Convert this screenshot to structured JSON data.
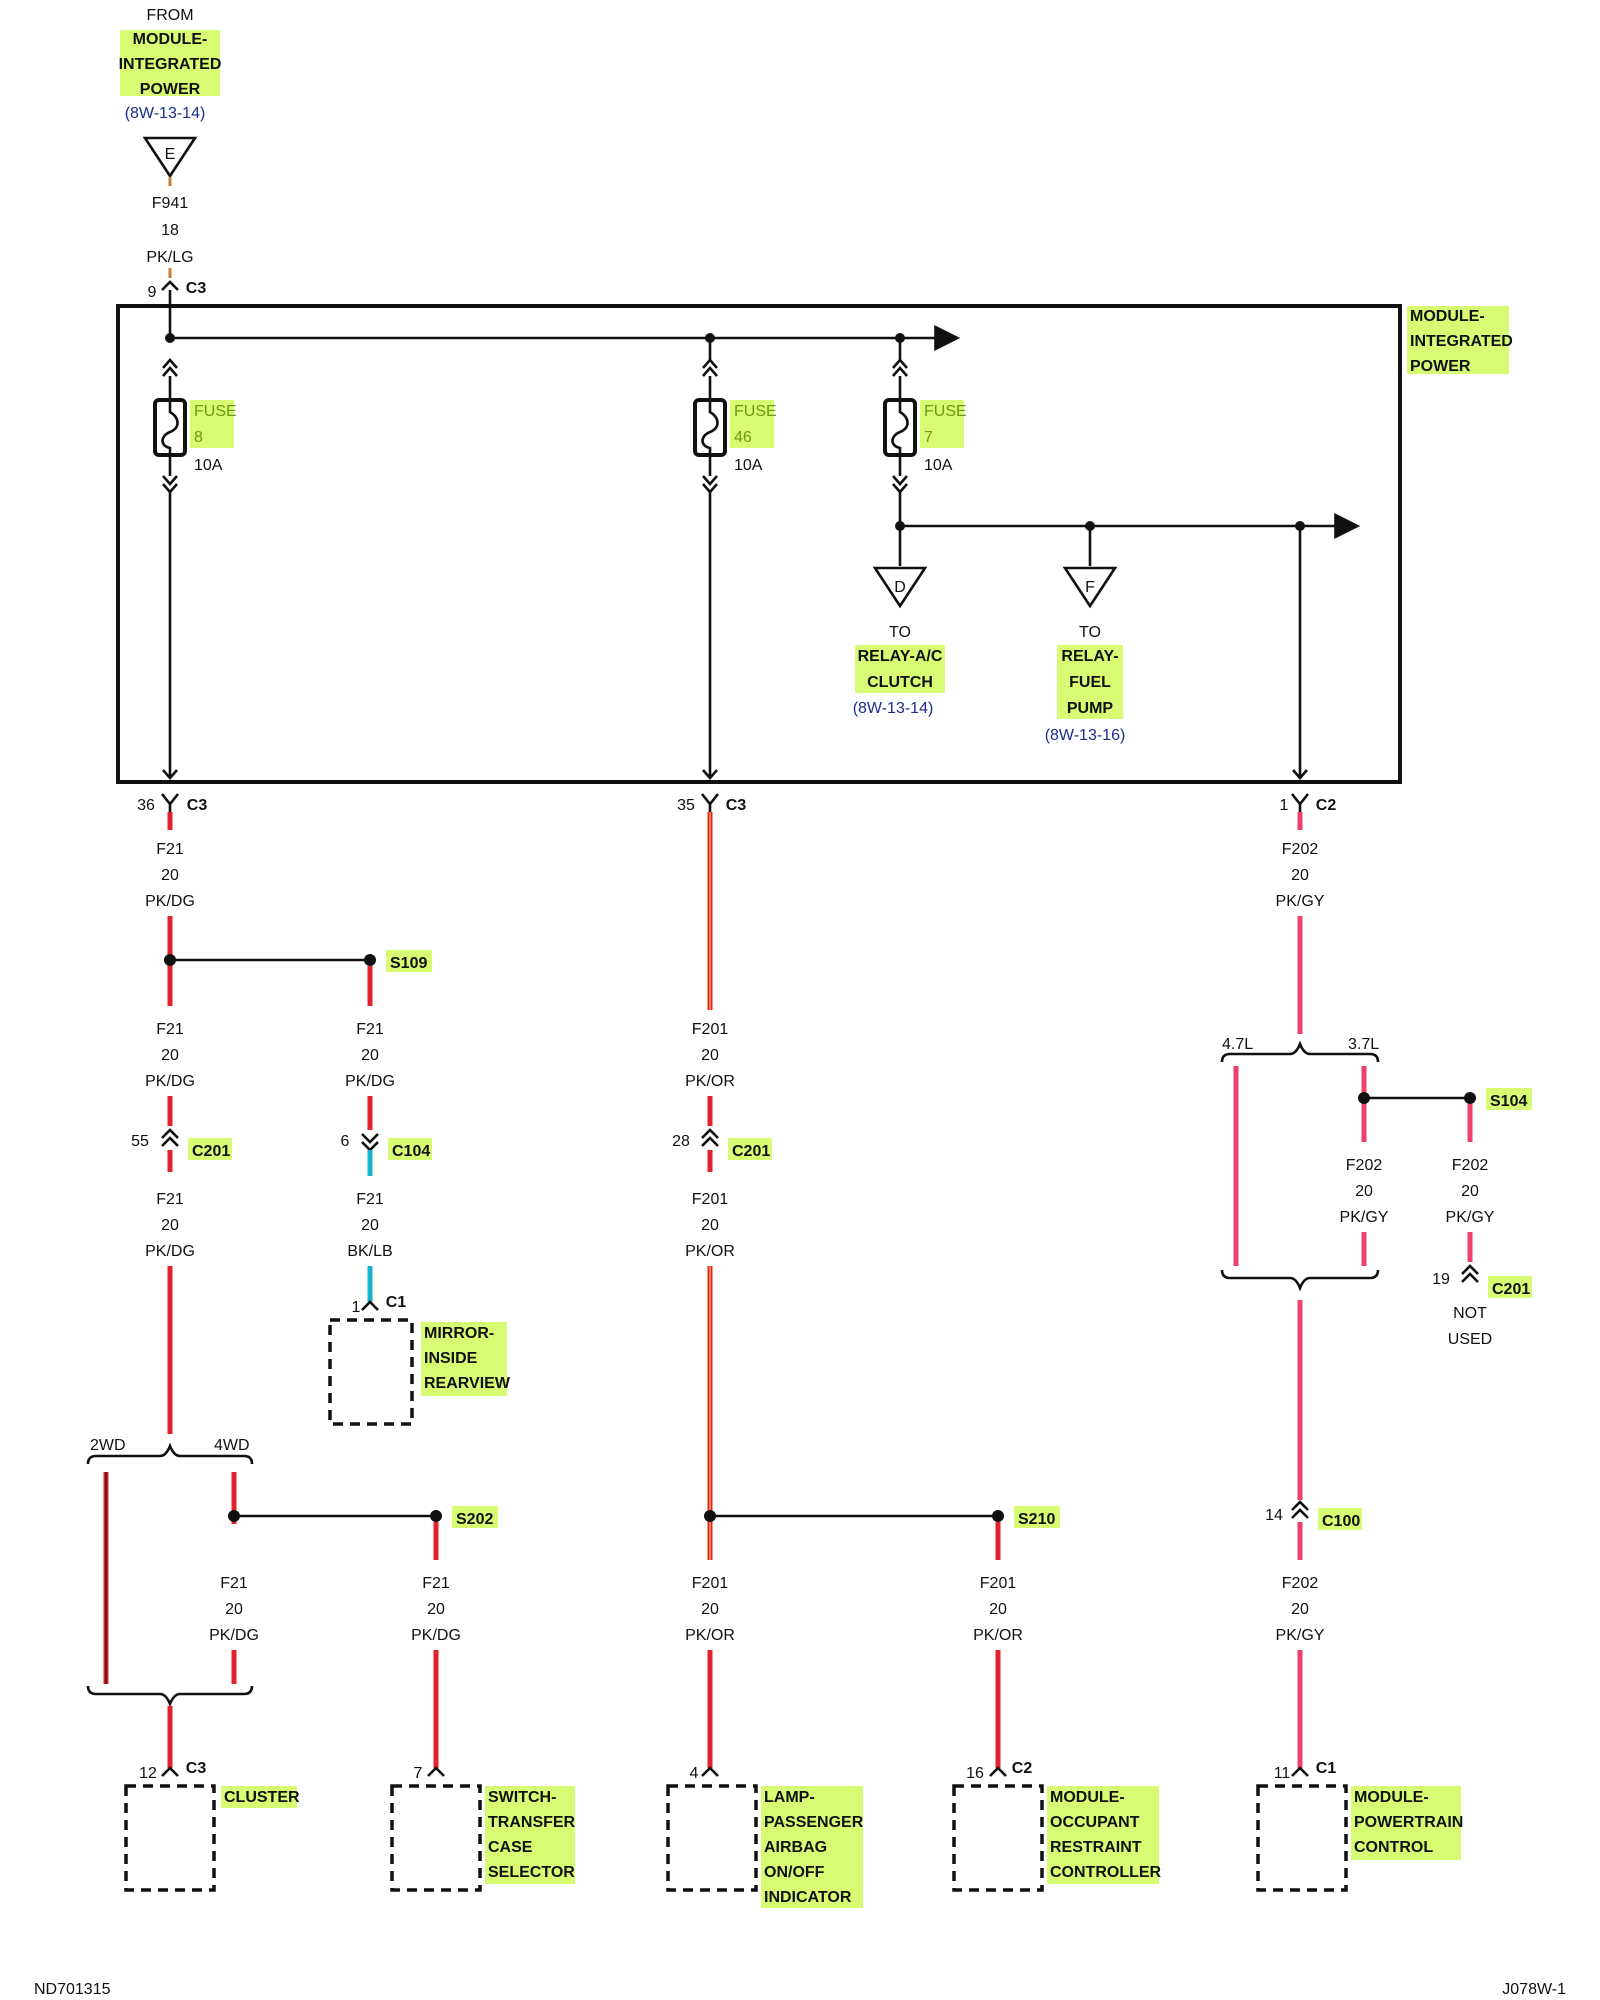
{
  "source": {
    "label": "FROM",
    "name_lines": [
      "MODULE-",
      "INTEGRATED",
      "POWER"
    ],
    "ref": "(8W-13-14)",
    "connector_letter": "E",
    "wire": {
      "circuit": "F941",
      "gauge": "18",
      "color": "PK/LG"
    },
    "pin": "9",
    "conn": "C3"
  },
  "module": {
    "name_lines": [
      "MODULE-",
      "INTEGRATED",
      "POWER"
    ]
  },
  "fuses": [
    {
      "label": "FUSE",
      "number": "8",
      "rating": "10A"
    },
    {
      "label": "FUSE",
      "number": "46",
      "rating": "10A"
    },
    {
      "label": "FUSE",
      "number": "7",
      "rating": "10A"
    }
  ],
  "offpage": [
    {
      "letter": "D",
      "label": "TO",
      "name_lines": [
        "RELAY-A/C",
        "CLUTCH"
      ],
      "ref": "(8W-13-14)"
    },
    {
      "letter": "F",
      "label": "TO",
      "name_lines": [
        "RELAY-",
        "FUEL",
        "PUMP"
      ],
      "ref": "(8W-13-16)"
    }
  ],
  "outputs": [
    {
      "pin": "36",
      "conn": "C3"
    },
    {
      "pin": "35",
      "conn": "C3"
    },
    {
      "pin": "1",
      "conn": "C2"
    }
  ],
  "wires": {
    "a1": {
      "circuit": "F21",
      "gauge": "20",
      "color": "PK/DG"
    },
    "a2": {
      "circuit": "F21",
      "gauge": "20",
      "color": "PK/DG"
    },
    "a3": {
      "circuit": "F21",
      "gauge": "20",
      "color": "PK/DG"
    },
    "a4": {
      "circuit": "F21",
      "gauge": "20",
      "color": "PK/DG"
    },
    "a5": {
      "circuit": "F21",
      "gauge": "20",
      "color": "PK/DG"
    },
    "m1": {
      "circuit": "F21",
      "gauge": "20",
      "color": "PK/DG"
    },
    "m2": {
      "circuit": "F21",
      "gauge": "20",
      "color": "BK/LB"
    },
    "b1": {
      "circuit": "F201",
      "gauge": "20",
      "color": "PK/OR"
    },
    "b2": {
      "circuit": "F201",
      "gauge": "20",
      "color": "PK/OR"
    },
    "b3": {
      "circuit": "F201",
      "gauge": "20",
      "color": "PK/OR"
    },
    "b4": {
      "circuit": "F201",
      "gauge": "20",
      "color": "PK/OR"
    },
    "c1": {
      "circuit": "F202",
      "gauge": "20",
      "color": "PK/GY"
    },
    "c2": {
      "circuit": "F202",
      "gauge": "20",
      "color": "PK/GY"
    },
    "c3": {
      "circuit": "F202",
      "gauge": "20",
      "color": "PK/GY"
    },
    "c4": {
      "circuit": "F202",
      "gauge": "20",
      "color": "PK/GY"
    }
  },
  "splices": {
    "s109": "S109",
    "s202": "S202",
    "s210": "S210",
    "s104": "S104"
  },
  "connectors": {
    "c201_a": {
      "pin": "55",
      "name": "C201"
    },
    "c104": {
      "pin": "6",
      "name": "C104"
    },
    "c201_b": {
      "pin": "28",
      "name": "C201"
    },
    "c201_c": {
      "pin": "19",
      "name": "C201"
    },
    "c100": {
      "pin": "14",
      "name": "C100"
    },
    "mirror": {
      "pin": "1",
      "name": "C1"
    }
  },
  "options": {
    "left": "2WD",
    "right": "4WD",
    "eng_left": "4.7L",
    "eng_right": "3.7L"
  },
  "not_used": [
    "NOT",
    "USED"
  ],
  "components": [
    {
      "pin": "12",
      "conn": "C3",
      "name_lines": [
        "CLUSTER"
      ]
    },
    {
      "pin": "7",
      "conn": "",
      "name_lines": [
        "SWITCH-",
        "TRANSFER",
        "CASE",
        "SELECTOR"
      ]
    },
    {
      "pin": "4",
      "conn": "",
      "name_lines": [
        "LAMP-",
        "PASSENGER",
        "AIRBAG",
        "ON/OFF",
        "INDICATOR"
      ]
    },
    {
      "pin": "16",
      "conn": "C2",
      "name_lines": [
        "MODULE-",
        "OCCUPANT",
        "RESTRAINT",
        "CONTROLLER"
      ]
    },
    {
      "pin": "11",
      "conn": "C1",
      "name_lines": [
        "MODULE-",
        "POWERTRAIN",
        "CONTROL"
      ]
    }
  ],
  "mirror": {
    "name_lines": [
      "MIRROR-",
      "INSIDE",
      "REARVIEW"
    ]
  },
  "footer": {
    "left": "ND701315",
    "right": "J078W-1"
  },
  "colors": {
    "highlight": "#d8fb74",
    "pk": "#f0406a",
    "red": "#e4202c",
    "note": "#1a2d8c"
  }
}
